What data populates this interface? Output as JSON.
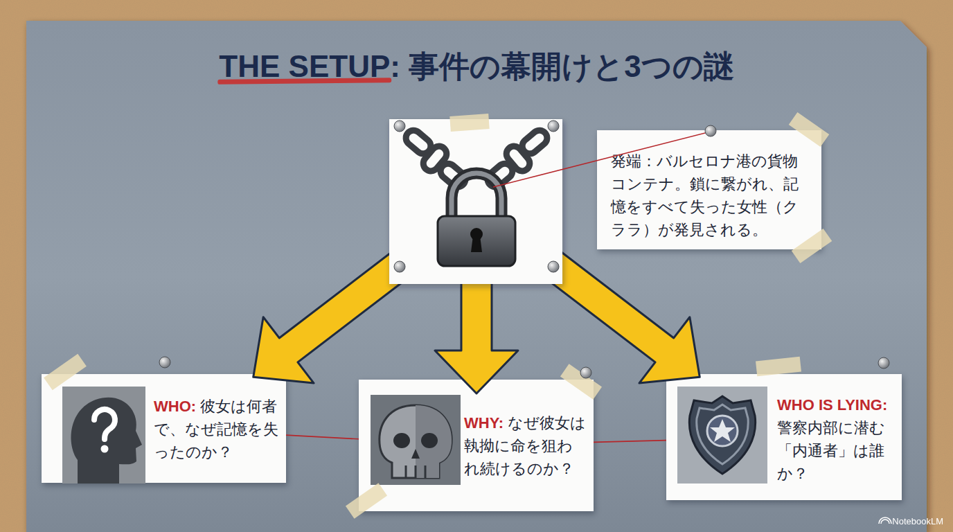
{
  "diagram": {
    "title": "THE SETUP: 事件の幕開けと3つの謎",
    "nodes": [
      {
        "text": [
          "発端：バルセロナ港の貨物コンテナ。鎖に繋がれ、記憶をすべて失った女性（クララ）が発見される。"
        ]
      },
      {
        "text": [
          "WHO:",
          "彼女は何者で、なぜ記憶を失ったのか？"
        ]
      },
      {
        "text": [
          "WHY:",
          "なぜ彼女は執拗に命を狙われ続けるのか？"
        ]
      },
      {
        "text": [
          "WHO IS LYING:",
          "警察内部に潜む「内通者」は誰か？"
        ]
      }
    ],
    "edges": [
      {
        "from": 1,
        "to": 2,
        "arrow": "none"
      },
      {
        "from": 2,
        "to": 3,
        "arrow": "none"
      }
    ],
    "labels": [
      "NotebookLM"
    ]
  }
}
